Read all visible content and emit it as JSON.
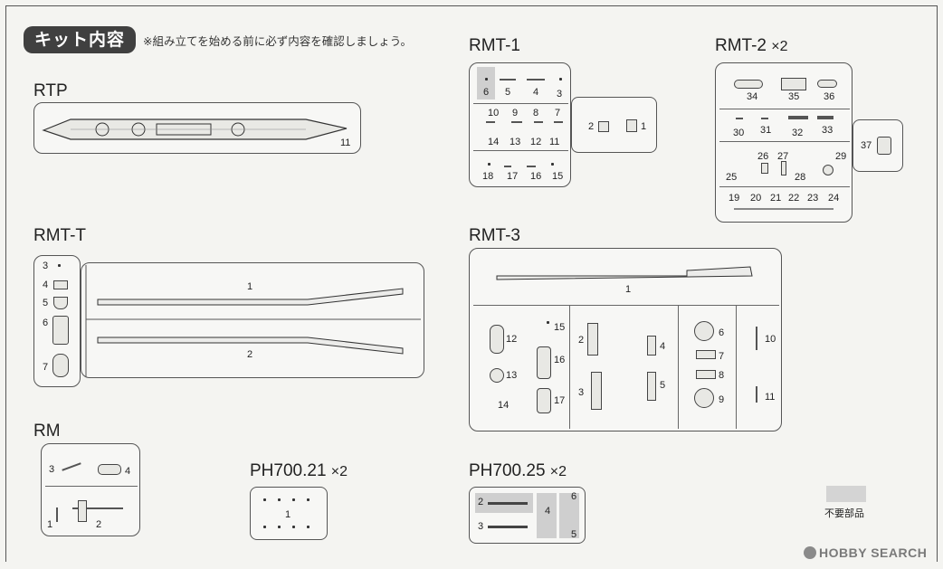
{
  "header": {
    "title": "キット内容",
    "note": "※組み立てを始める前に必ず内容を確認しましょう。"
  },
  "sprues": {
    "rtp": {
      "label": "RTP",
      "parts": [
        "11"
      ]
    },
    "rmt1": {
      "label": "RMT-1",
      "parts": [
        "6",
        "5",
        "4",
        "3",
        "10",
        "9",
        "8",
        "7",
        "14",
        "13",
        "12",
        "11",
        "18",
        "17",
        "16",
        "15",
        "2",
        "1"
      ]
    },
    "rmt2": {
      "label": "RMT-2",
      "multiplier": "×2",
      "parts": [
        "34",
        "35",
        "36",
        "30",
        "31",
        "32",
        "33",
        "25",
        "26",
        "27",
        "28",
        "29",
        "19",
        "20",
        "21",
        "22",
        "23",
        "24",
        "37"
      ]
    },
    "rmtt": {
      "label": "RMT-T",
      "parts": [
        "3",
        "4",
        "5",
        "6",
        "7",
        "1",
        "2"
      ]
    },
    "rmt3": {
      "label": "RMT-3",
      "parts": [
        "1",
        "12",
        "13",
        "14",
        "15",
        "16",
        "17",
        "2",
        "3",
        "4",
        "5",
        "6",
        "7",
        "8",
        "9",
        "10",
        "11"
      ]
    },
    "rm": {
      "label": "RM",
      "parts": [
        "3",
        "4",
        "1",
        "2"
      ]
    },
    "ph21": {
      "label": "PH700.21",
      "multiplier": "×2",
      "parts": [
        "1"
      ]
    },
    "ph25": {
      "label": "PH700.25",
      "multiplier": "×2",
      "parts": [
        "2",
        "4",
        "6",
        "3",
        "5"
      ]
    }
  },
  "legend": {
    "unused": "不要部品"
  },
  "watermark": {
    "text": "HOBBY SEARCH"
  },
  "colors": {
    "unused_fill": "#d4d4d4",
    "title_bg": "#404040"
  }
}
